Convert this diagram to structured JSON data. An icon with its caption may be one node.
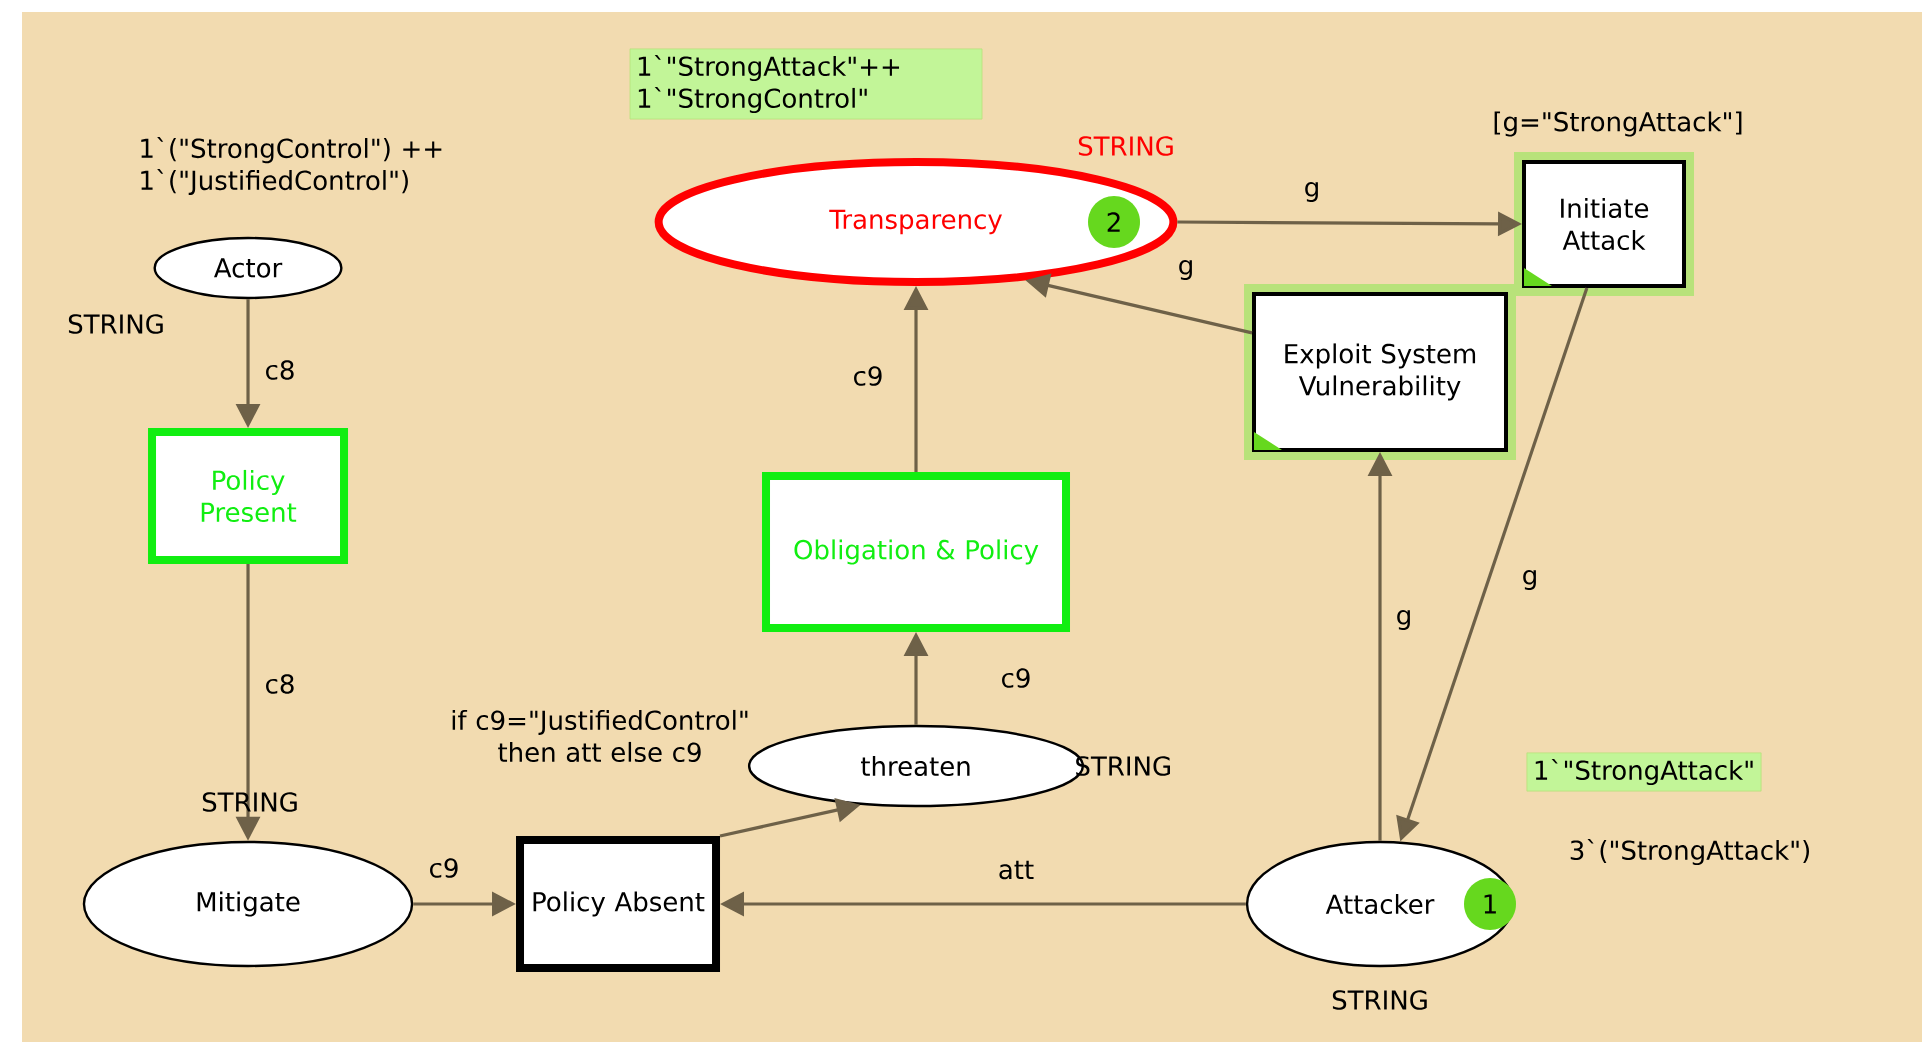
{
  "diagram": {
    "nodes": [
      {
        "text": [
          "Actor"
        ],
        "beside": [
          "1`(\"StrongControl\") ++ 1`(\"JustifiedControl\")",
          "STRING"
        ]
      },
      {
        "text": [
          "Transparency",
          "2"
        ],
        "beside": [
          "1`\"StrongAttack\"++ 1`\"StrongControl\"",
          "STRING"
        ]
      },
      {
        "text": [
          "Initiate Attack"
        ],
        "beside": [
          "[g=\"StrongAttack\"]"
        ]
      },
      {
        "text": [
          "Exploit System Vulnerability"
        ]
      },
      {
        "text": [
          "Policy Present"
        ]
      },
      {
        "text": [
          "Obligation & Policy"
        ]
      },
      {
        "text": [
          "Mitigate"
        ],
        "beside": [
          "STRING"
        ]
      },
      {
        "text": [
          "Policy Absent"
        ]
      },
      {
        "text": [
          "threaten"
        ],
        "beside": [
          "STRING"
        ]
      },
      {
        "text": [
          "Attacker",
          "1"
        ],
        "beside": [
          "1`\"StrongAttack\"",
          "3`(\"StrongAttack\")",
          "STRING"
        ]
      }
    ],
    "edges": [
      {
        "from": 0,
        "to": 4,
        "arrow": "to",
        "label": "c8"
      },
      {
        "from": 4,
        "to": 6,
        "arrow": "to",
        "label": "c8"
      },
      {
        "from": 6,
        "to": 7,
        "arrow": "to",
        "label": "c9"
      },
      {
        "from": 9,
        "to": 7,
        "arrow": "to",
        "label": "att"
      },
      {
        "from": 7,
        "to": 8,
        "arrow": "to",
        "label": "if c9=\"JustifiedControl\" then att else c9"
      },
      {
        "from": 8,
        "to": 5,
        "arrow": "to",
        "label": "c9"
      },
      {
        "from": 5,
        "to": 1,
        "arrow": "to",
        "label": "c9"
      },
      {
        "from": 1,
        "to": 2,
        "arrow": "to",
        "label": "g"
      },
      {
        "from": 3,
        "to": 1,
        "arrow": "to",
        "label": "g"
      },
      {
        "from": 2,
        "to": 9,
        "arrow": "to",
        "label": "g"
      },
      {
        "from": 9,
        "to": 3,
        "arrow": "to",
        "label": "g"
      }
    ]
  }
}
